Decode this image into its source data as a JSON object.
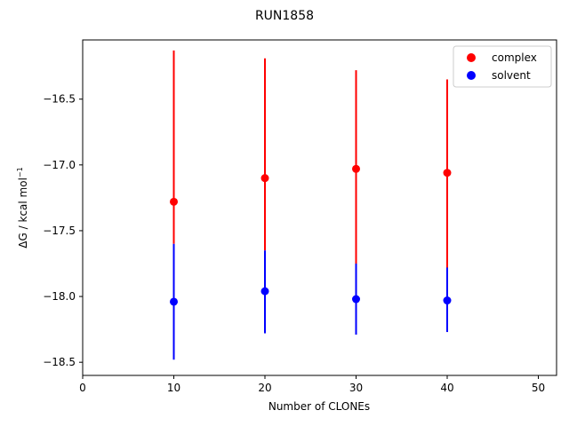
{
  "chart_data": {
    "type": "scatter",
    "title": "RUN1858",
    "xlabel": "Number of CLONEs",
    "ylabel": "ΔG / kcal mol",
    "ylabel_superscript": "−1",
    "xlim": [
      0,
      52
    ],
    "ylim": [
      -18.6,
      -16.05
    ],
    "xticks": [
      0,
      10,
      20,
      30,
      40,
      50
    ],
    "xtick_labels": [
      "0",
      "10",
      "20",
      "30",
      "40",
      "50"
    ],
    "yticks": [
      -18.5,
      -18.0,
      -17.5,
      -17.0,
      -16.5
    ],
    "ytick_labels": [
      "−18.5",
      "−18.0",
      "−17.5",
      "−17.0",
      "−16.5"
    ],
    "legend_position": "top-right",
    "grid": false,
    "x": [
      10,
      20,
      30,
      40
    ],
    "series": [
      {
        "name": "complex",
        "color": "#ff0000",
        "y": [
          -17.28,
          -17.1,
          -17.03,
          -17.06
        ],
        "err_low": [
          -17.6,
          -17.65,
          -17.75,
          -17.78
        ],
        "err_high": [
          -16.13,
          -16.19,
          -16.28,
          -16.35
        ]
      },
      {
        "name": "solvent",
        "color": "#0000ff",
        "y": [
          -18.04,
          -17.96,
          -18.02,
          -18.03
        ],
        "err_low": [
          -18.48,
          -18.28,
          -18.29,
          -18.27
        ],
        "err_high": [
          -17.6,
          -17.65,
          -17.75,
          -17.78
        ]
      }
    ]
  }
}
